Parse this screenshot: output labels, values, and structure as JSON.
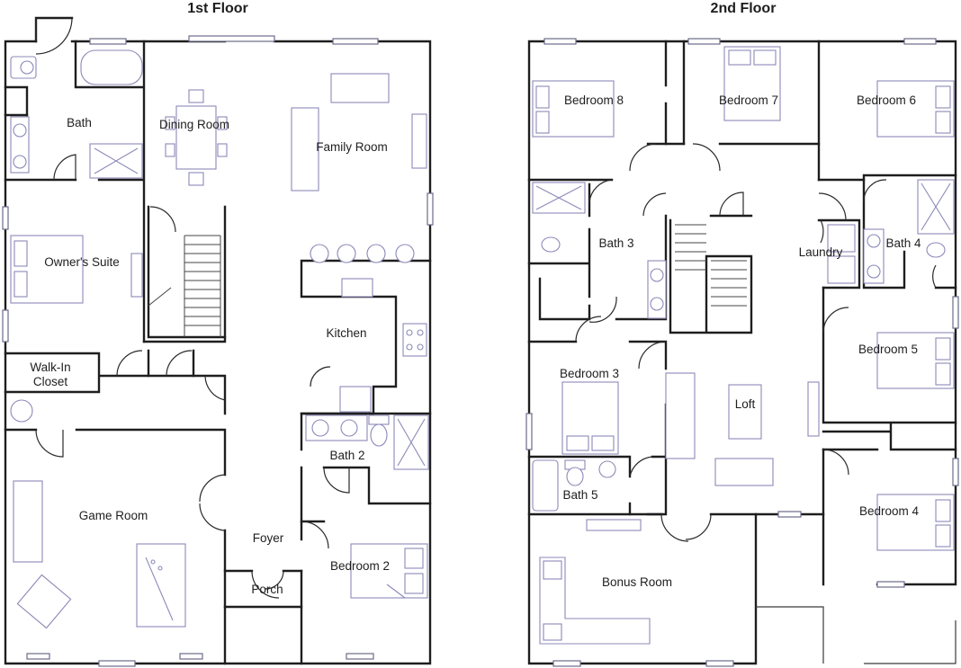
{
  "floors": [
    {
      "title": "1st Floor",
      "rooms": [
        "Bath",
        "Dining Room",
        "Family Room",
        "Owner's Suite",
        "Kitchen",
        "Walk-In",
        "Closet",
        "Bath 2",
        "Game Room",
        "Foyer",
        "Bedroom 2",
        "Porch"
      ]
    },
    {
      "title": "2nd Floor",
      "rooms": [
        "Bedroom 8",
        "Bedroom 7",
        "Bedroom 6",
        "Bath 3",
        "Laundry",
        "Bath 4",
        "Bedroom 5",
        "Bedroom 3",
        "Loft",
        "Bath 5",
        "Bedroom 4",
        "Bonus Room"
      ]
    }
  ]
}
